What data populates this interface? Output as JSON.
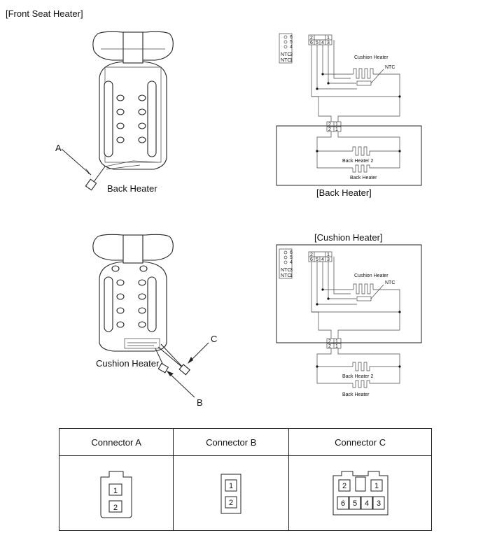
{
  "title": "[Front Seat Heater]",
  "seats": {
    "back_label": "Back Heater",
    "cushion_label": "Cushion Heater",
    "callout_a": "A",
    "callout_b": "B",
    "callout_c": "C"
  },
  "schematic_top": {
    "caption": "[Back Heater]",
    "pins_left": [
      "6",
      "5",
      "4",
      "3",
      "1"
    ],
    "pin_labels_left": [
      "NTC",
      "NTC"
    ],
    "upper_connector_row1": [
      "2",
      "1"
    ],
    "upper_connector_row2": [
      "6",
      "5",
      "4",
      "3"
    ],
    "cushion_heater": "Cushion Heater",
    "ntc": "NTC",
    "lower_connector_row1": [
      "2",
      "1"
    ],
    "lower_connector_row2": [
      "2",
      "1"
    ],
    "back_heater_2": "Back Heater 2",
    "back_heater": "Back Heater"
  },
  "schematic_bottom": {
    "caption": "[Cushion Heater]",
    "pins_left": [
      "6",
      "5",
      "4",
      "3",
      "1"
    ],
    "pin_labels_left": [
      "NTC",
      "NTC"
    ],
    "upper_connector_row1": [
      "2",
      "1"
    ],
    "upper_connector_row2": [
      "6",
      "5",
      "4",
      "3"
    ],
    "cushion_heater": "Cushion Heater",
    "ntc": "NTC",
    "lower_connector_row1": [
      "2",
      "1"
    ],
    "lower_connector_row2": [
      "2",
      "1"
    ],
    "back_heater_2": "Back Heater 2",
    "back_heater": "Back Heater"
  },
  "connector_table": {
    "headers": [
      "Connector A",
      "Connector B",
      "Connector C"
    ],
    "connector_a_pins": [
      "1",
      "2"
    ],
    "connector_b_pins": [
      "1",
      "2"
    ],
    "connector_c_row1": [
      "2",
      "1"
    ],
    "connector_c_row2": [
      "6",
      "5",
      "4",
      "3"
    ]
  }
}
